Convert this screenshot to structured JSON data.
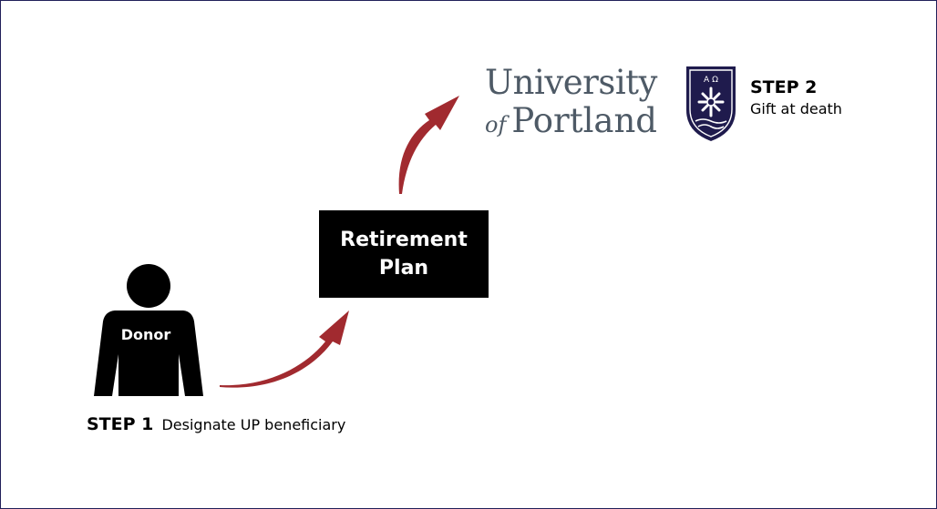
{
  "donor": {
    "label": "Donor"
  },
  "step1": {
    "title": "STEP 1",
    "description": "Designate UP beneficiary"
  },
  "retirement_plan": {
    "line1": "Retirement",
    "line2": "Plan"
  },
  "logo": {
    "line1": "University",
    "of_text": "of",
    "line2": "Portland",
    "shield_letters": "A Ω"
  },
  "step2": {
    "title": "STEP 2",
    "description": "Gift at death"
  },
  "colors": {
    "arrow": "#a12a2f",
    "frame": "#22205a",
    "box": "#000000",
    "logo_text": "#4e5a66",
    "shield": "#1f1b4d"
  }
}
